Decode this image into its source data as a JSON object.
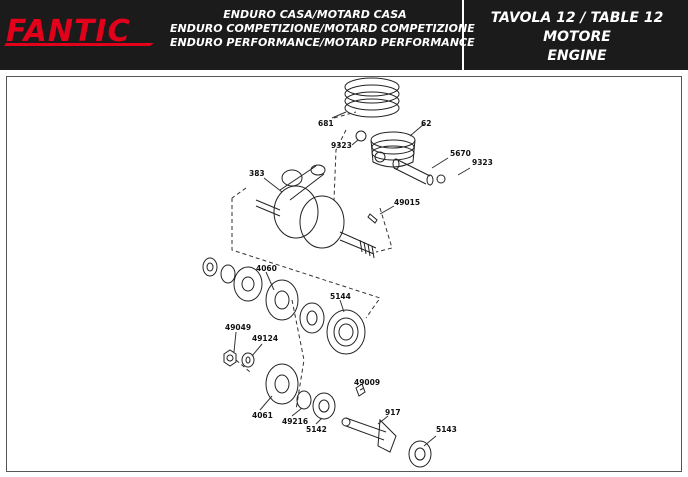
{
  "brand": {
    "logo_text": "FANTIC",
    "logo_color": "#e3001b"
  },
  "header": {
    "models": [
      "ENDURO CASA/MOTARD CASA",
      "ENDURO COMPETIZIONE/MOTARD COMPETIZIONE",
      "ENDURO PERFORMANCE/MOTARD PERFORMANCE"
    ],
    "table_title": "TAVOLA 12  /  TABLE 12",
    "section_it": "MOTORE",
    "section_en": "ENGINE"
  },
  "parts": {
    "p681": "681",
    "p62": "62",
    "p9323a": "9323",
    "p5670": "5670",
    "p9323b": "9323",
    "p383": "383",
    "p49015": "49015",
    "p4060": "4060",
    "p5144": "5144",
    "p49049": "49049",
    "p49124": "49124",
    "p49009": "49009",
    "p917": "917",
    "p4061": "4061",
    "p49216": "49216",
    "p5142": "5142",
    "p5143": "5143"
  }
}
